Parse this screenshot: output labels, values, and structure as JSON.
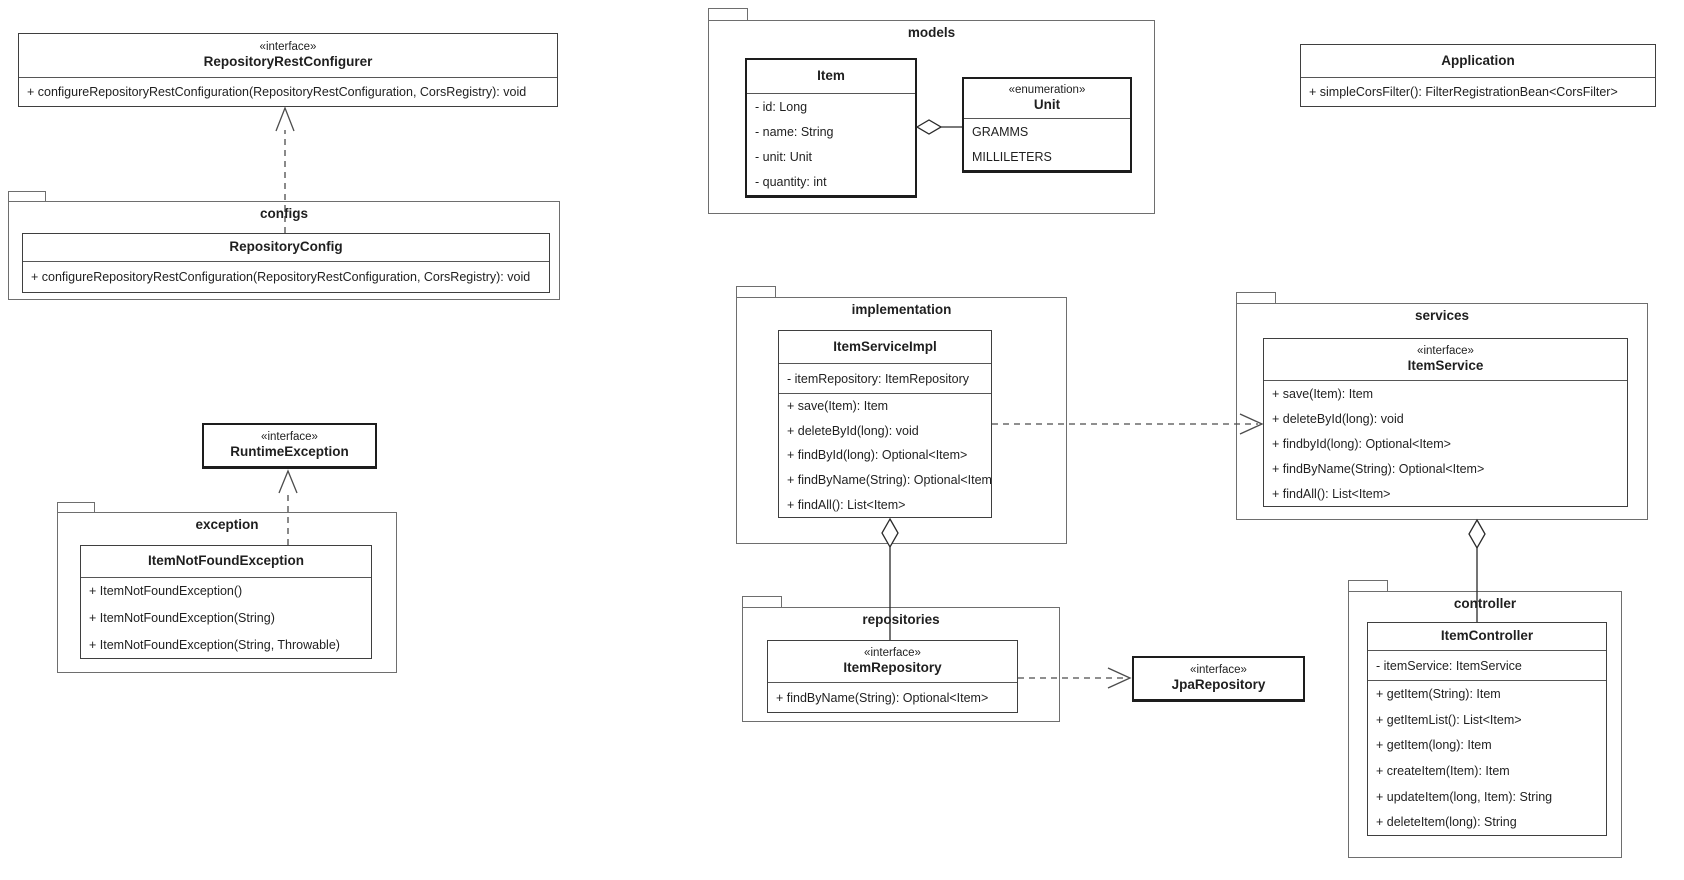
{
  "packages": {
    "configs": "configs",
    "exception": "exception",
    "models": "models",
    "implementation": "implementation",
    "services": "services",
    "repositories": "repositories",
    "controller": "controller"
  },
  "classes": {
    "repository_rest_configurer": {
      "stereotype": "«interface»",
      "name": "RepositoryRestConfigurer",
      "methods": [
        "+ configureRepositoryRestConfiguration(RepositoryRestConfiguration, CorsRegistry): void"
      ]
    },
    "repository_config": {
      "name": "RepositoryConfig",
      "methods": [
        "+ configureRepositoryRestConfiguration(RepositoryRestConfiguration, CorsRegistry): void"
      ]
    },
    "runtime_exception": {
      "stereotype": "«interface»",
      "name": "RuntimeException"
    },
    "item_not_found_exception": {
      "name": "ItemNotFoundException",
      "methods": [
        "+ ItemNotFoundException()",
        "+ ItemNotFoundException(String)",
        "+ ItemNotFoundException(String, Throwable)"
      ]
    },
    "item": {
      "name": "Item",
      "attributes": [
        "- id: Long",
        "- name: String",
        "- unit: Unit",
        "- quantity: int"
      ]
    },
    "unit": {
      "stereotype": "«enumeration»",
      "name": "Unit",
      "literals": [
        "GRAMMS",
        "MILLILETERS"
      ]
    },
    "application": {
      "name": "Application",
      "methods": [
        "+ simpleCorsFilter(): FilterRegistrationBean<CorsFilter>"
      ]
    },
    "item_service_impl": {
      "name": "ItemServiceImpl",
      "attributes": [
        "- itemRepository: ItemRepository"
      ],
      "methods": [
        "+ save(Item): Item",
        "+ deleteById(long): void",
        "+ findById(long): Optional<Item>",
        "+ findByName(String): Optional<Item>",
        "+ findAll(): List<Item>"
      ]
    },
    "item_service": {
      "stereotype": "«interface»",
      "name": "ItemService",
      "methods": [
        "+ save(Item): Item",
        "+ deleteById(long): void",
        "+ findbyId(long): Optional<Item>",
        "+ findByName(String): Optional<Item>",
        "+ findAll(): List<Item>"
      ]
    },
    "item_repository": {
      "stereotype": "«interface»",
      "name": "ItemRepository",
      "methods": [
        "+ findByName(String): Optional<Item>"
      ]
    },
    "jpa_repository": {
      "stereotype": "«interface»",
      "name": "JpaRepository"
    },
    "item_controller": {
      "name": "ItemController",
      "attributes": [
        "- itemService: ItemService"
      ],
      "methods": [
        "+ getItem(String): Item",
        "+ getItemList(): List<Item>",
        "+ getItem(long): Item",
        "+ createItem(Item): Item",
        "+ updateItem(long, Item): String",
        "+ deleteItem(long): String"
      ]
    }
  },
  "colors": {
    "package_border": "#6e6e6e",
    "class_border": "#3f3f3f",
    "line": "#4c4c4c",
    "text": "#1f1f1f",
    "background": "#ffffff"
  }
}
